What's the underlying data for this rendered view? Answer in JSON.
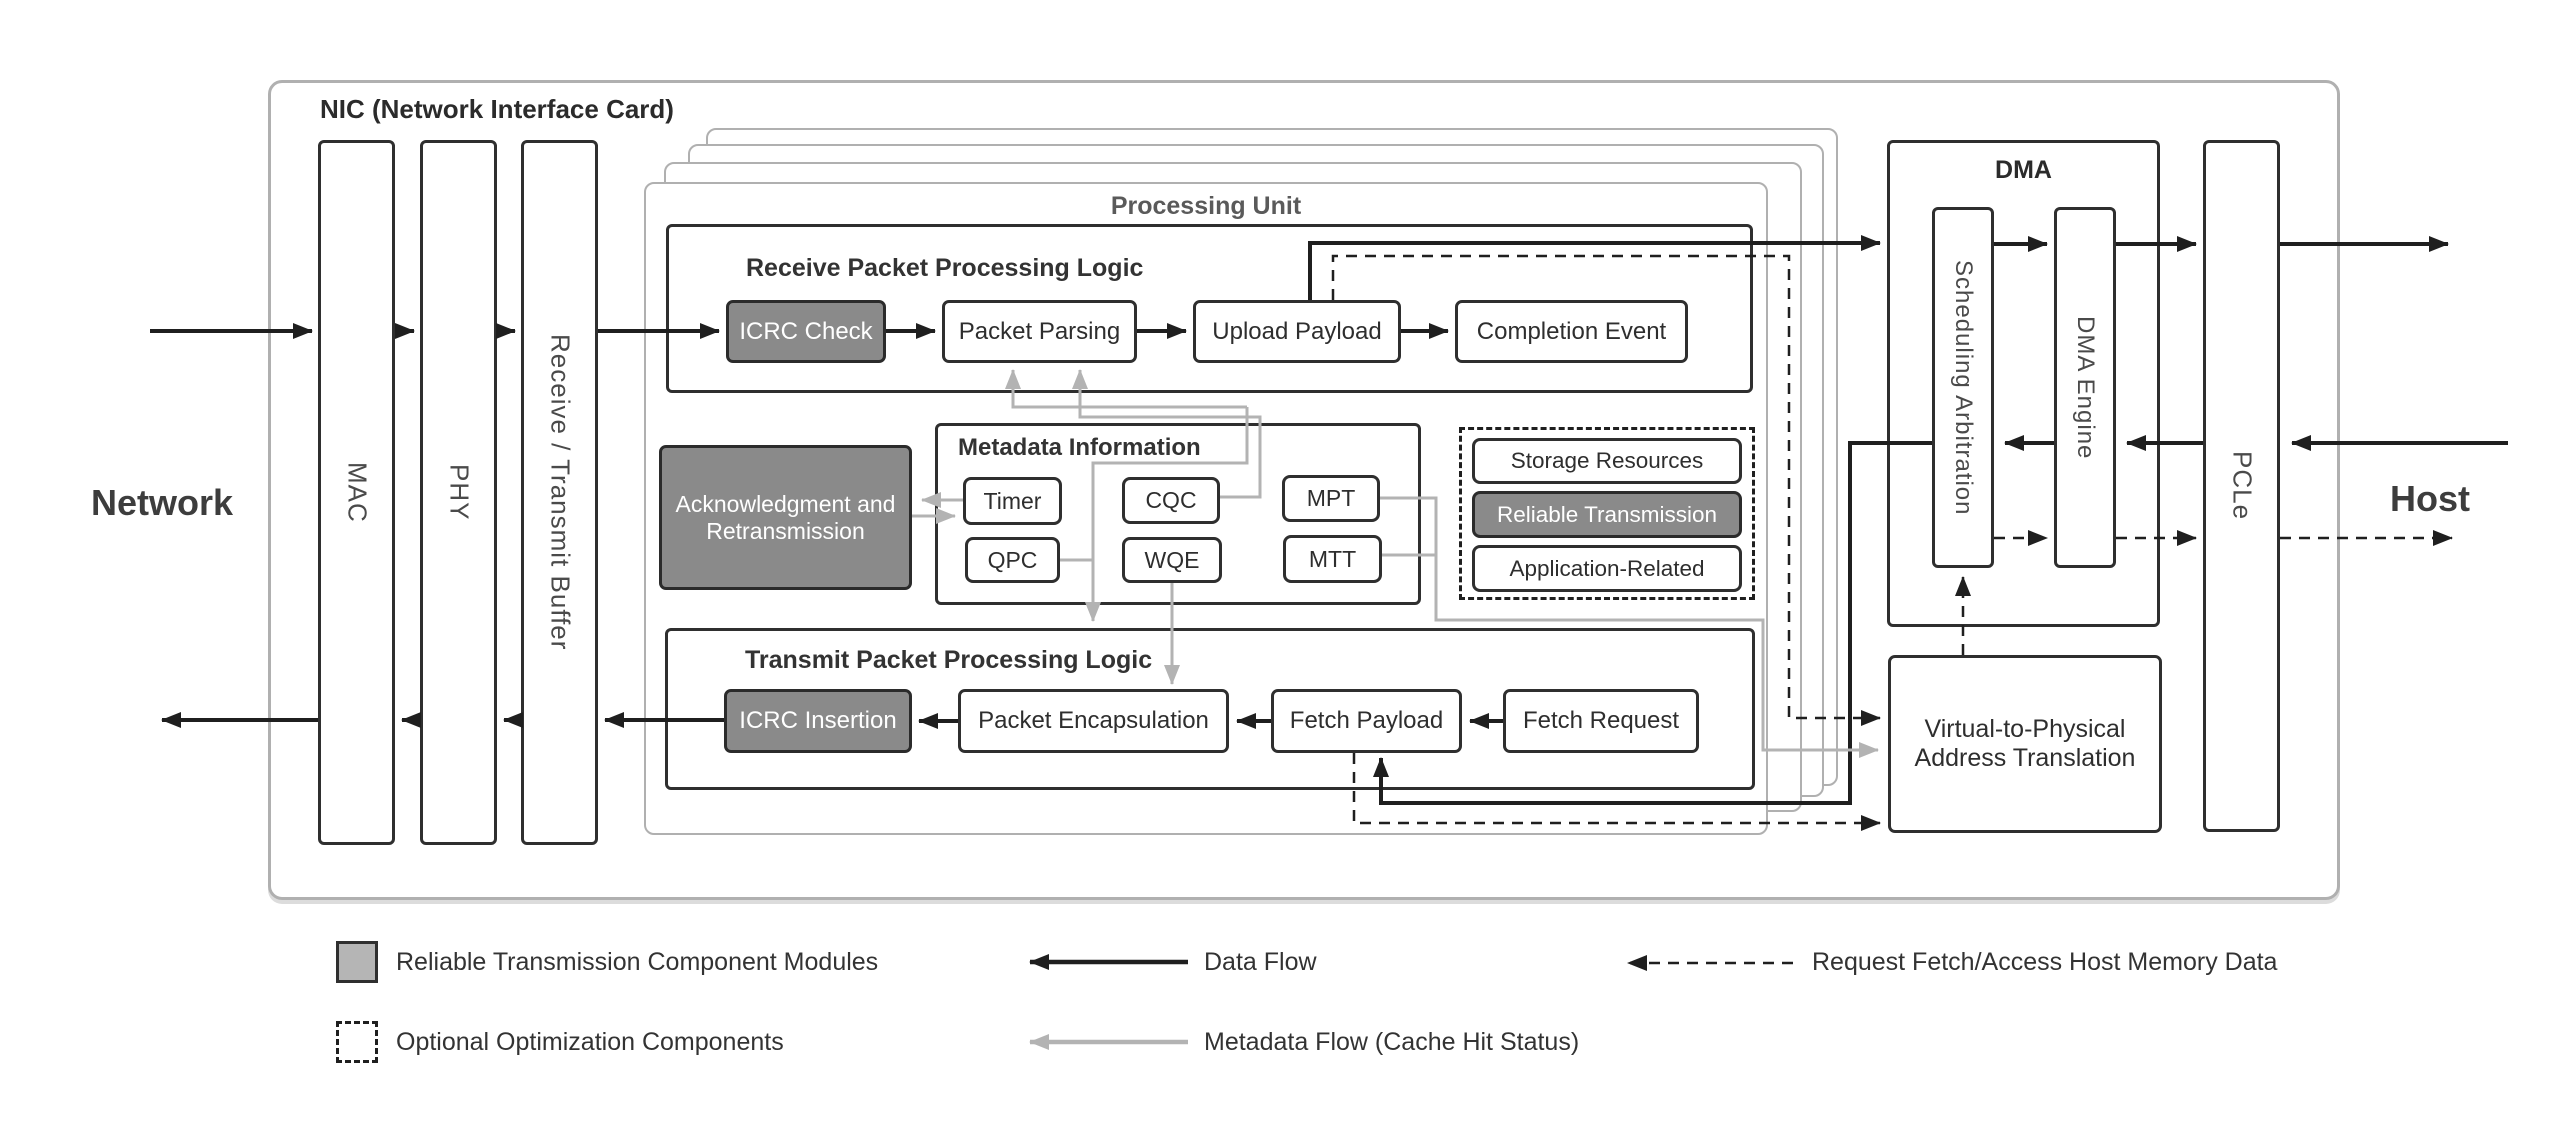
{
  "nic": {
    "title": "NIC (Network Interface Card)"
  },
  "endpoints": {
    "network": "Network",
    "host": "Host"
  },
  "left_stack": {
    "mac": "MAC",
    "phy": "PHY",
    "buffer": "Receive / Transmit Buffer"
  },
  "processing_unit": {
    "title": "Processing Unit",
    "receive_logic": {
      "title": "Receive Packet Processing Logic",
      "steps": {
        "icrc_check": "ICRC Check",
        "packet_parsing": "Packet Parsing",
        "upload_payload": "Upload Payload",
        "completion_event": "Completion Event"
      }
    },
    "ack_retrans": "Acknowledgment and Retransmission",
    "metadata": {
      "title": "Metadata Information",
      "cells": {
        "timer": "Timer",
        "cqc": "CQC",
        "mpt": "MPT",
        "qpc": "QPC",
        "wqe": "WQE",
        "mtt": "MTT"
      }
    },
    "optional_components": {
      "storage": "Storage Resources",
      "reliable": "Reliable Transmission",
      "application": "Application-Related"
    },
    "transmit_logic": {
      "title": "Transmit Packet Processing Logic",
      "steps": {
        "icrc_insertion": "ICRC Insertion",
        "packet_encapsulation": "Packet Encapsulation",
        "fetch_payload": "Fetch Payload",
        "fetch_request": "Fetch Request"
      }
    }
  },
  "dma": {
    "title": "DMA",
    "scheduling_arbitration": "Scheduling Arbitration",
    "dma_engine": "DMA Engine"
  },
  "address_translation": "Virtual-to-Physical Address Translation",
  "pcle": "PCLe",
  "legend": {
    "reliable_modules": "Reliable Transmission Component Modules",
    "optional_components": "Optional Optimization Components",
    "data_flow": "Data Flow",
    "metadata_flow": "Metadata Flow (Cache Hit Status)",
    "request_fetch": "Request Fetch/Access Host Memory Data"
  },
  "colors": {
    "module_gray_fill": "#8a8a8a",
    "data_flow_black": "#1f1f1f",
    "metadata_flow_gray": "#b3b3b3",
    "frame_light_gray": "#b0b0b0"
  }
}
